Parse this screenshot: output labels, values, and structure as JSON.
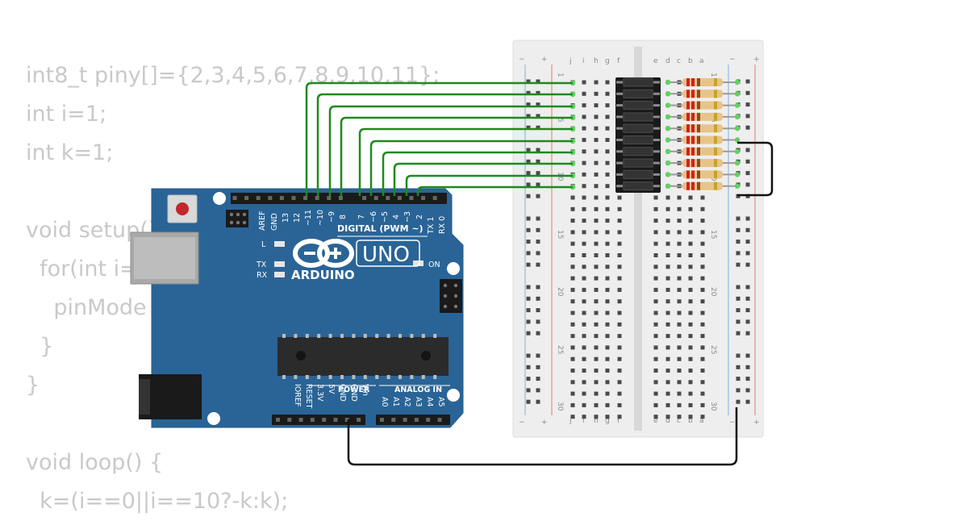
{
  "code": {
    "lines": [
      "int8_t piny[]={2,3,4,5,6,7,8,9,10,11};",
      "int i=1;",
      "int k=1;",
      "",
      "void setup() {",
      "  for(int i=",
      "    pinMode",
      "  }",
      "}",
      "",
      "void loop() {",
      "  k=(i==0||i==10?-k:k);"
    ]
  },
  "arduino": {
    "logo_text": "ARDUINO",
    "model": "UNO",
    "digital_label": "DIGITAL (PWM ~)",
    "on_label": "ON",
    "led_l": "L",
    "led_tx": "TX",
    "led_rx": "RX",
    "power_label": "POWER",
    "analog_label": "ANALOG IN",
    "digital_pins": [
      "AREF",
      "GND",
      "13",
      "12",
      "~11",
      "~10",
      "~9",
      "8",
      "7",
      "~6",
      "~5",
      "4",
      "~3",
      "2",
      "TX 1",
      "RX 0"
    ],
    "power_pins": [
      "IOREF",
      "RESET",
      "3.3V",
      "5V",
      "GND",
      "GND",
      "Vin"
    ],
    "analog_pins": [
      "A0",
      "A1",
      "A2",
      "A3",
      "A4",
      "A5"
    ]
  },
  "breadboard": {
    "left_columns": [
      "j",
      "i",
      "h",
      "g",
      "f"
    ],
    "right_columns": [
      "e",
      "d",
      "c",
      "b",
      "a"
    ],
    "row_numbers": [
      "1",
      "5",
      "10",
      "15",
      "20",
      "25",
      "30"
    ],
    "rail_plus": "+",
    "rail_minus": "−"
  },
  "colors": {
    "board": "#2a6496",
    "wire_signal": "#1e8a1e",
    "wire_ground": "#111111",
    "led_bar": "#1a1a1a",
    "resistor_body": "#e6c489",
    "code_text": "#c9c9c9"
  }
}
